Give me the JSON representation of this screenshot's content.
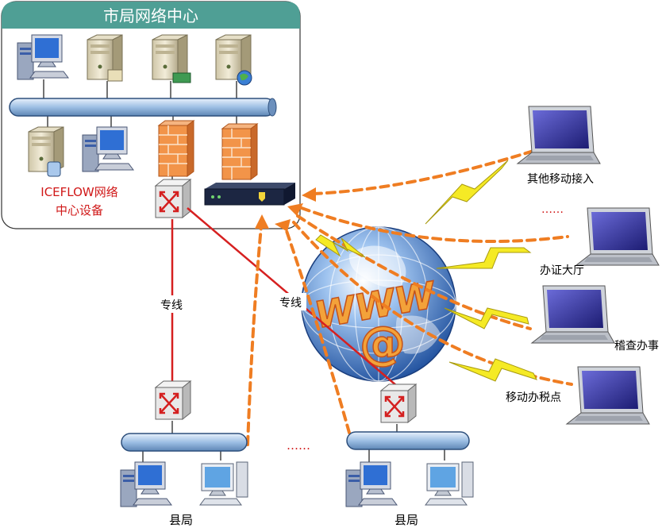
{
  "center": {
    "title": "市局网络中心",
    "device_label_line1": "ICEFLOW网络",
    "device_label_line2": "中心设备"
  },
  "links": {
    "dedicated_left": "专线",
    "dedicated_right": "专线"
  },
  "remote": {
    "other_mobile": "其他移动接入",
    "service_hall": "办证大厅",
    "audit_office": "稽查办事",
    "mobile_tax_point": "移动办税点",
    "ellipsis": "……"
  },
  "counties": {
    "left": "县局",
    "right": "县局",
    "ellipsis": "……"
  },
  "internet": {
    "www": "WWW",
    "at": "@"
  },
  "colors": {
    "header_bg": "#4f9f95",
    "bus": "#a9c8e8",
    "firewall": "#f08a3c",
    "dashed_link": "#ef7d22",
    "dedicated_line": "#d62020",
    "lightning": "#f5ea25",
    "label_red": "#d01818"
  }
}
